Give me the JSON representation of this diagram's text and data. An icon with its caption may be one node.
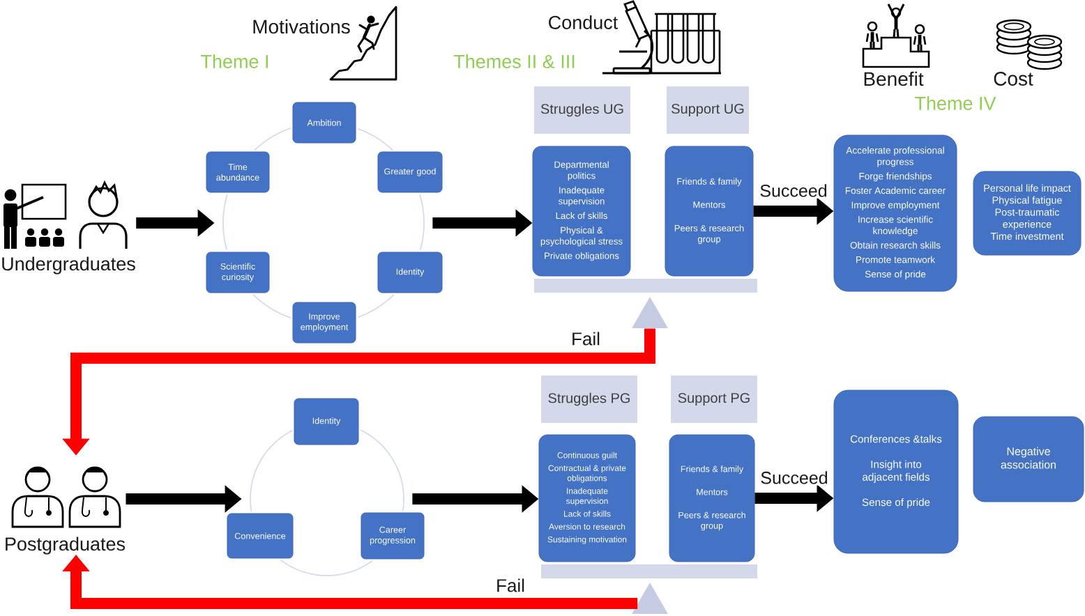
{
  "diagram": {
    "nodes": [
      {
        "text": [
          "Undergraduates"
        ]
      },
      {
        "text": [],
        "shape": "circle"
      },
      {
        "text": [
          "Ambition"
        ]
      },
      {
        "text": [
          "Time abundance"
        ]
      },
      {
        "text": [
          "Greater good"
        ]
      },
      {
        "text": [
          "Scientific curiosity"
        ]
      },
      {
        "text": [
          "Identity"
        ]
      },
      {
        "text": [
          "Improve employment"
        ]
      },
      {
        "text": [
          "Struggles UG"
        ]
      },
      {
        "text": [
          "Support UG"
        ]
      },
      {
        "text": [
          "Departmental politics",
          "Inadequate supervision",
          "Lack of skills",
          "Physical & psychological stress",
          "Private obligations"
        ]
      },
      {
        "text": [
          "Friends & family",
          "Mentors",
          "Peers & research group"
        ]
      },
      {
        "text": [],
        "shape": "bar"
      },
      {
        "text": [],
        "shape": "triangle"
      },
      {
        "text": [
          "Accelerate professional progress",
          "Forge friendships",
          "Foster Academic career",
          "Improve employment",
          "Increase scientific knowledge",
          "Obtain research skills",
          "Promote teamwork",
          "Sense of pride"
        ]
      },
      {
        "text": [
          "Personal life impact",
          "Physical fatigue",
          "Post-traumatic experience",
          "Time investment"
        ]
      },
      {
        "text": [
          "Postgraduates"
        ]
      },
      {
        "text": [],
        "shape": "circle"
      },
      {
        "text": [
          "Identity"
        ]
      },
      {
        "text": [
          "Convenience"
        ]
      },
      {
        "text": [
          "Career progression"
        ]
      },
      {
        "text": [
          "Struggles PG"
        ]
      },
      {
        "text": [
          "Support PG"
        ]
      },
      {
        "text": [
          "Continuous guilt",
          "Contractual & private obligations",
          "Inadequate supervision",
          "Lack of skills",
          "Aversion to research",
          "Sustaining motivation"
        ]
      },
      {
        "text": [
          "Friends & family",
          "Mentors",
          "Peers & research group"
        ]
      },
      {
        "text": [],
        "shape": "bar"
      },
      {
        "text": [],
        "shape": "triangle"
      },
      {
        "text": [
          "Conferences &talks",
          "Insight into adjacent fields",
          "Sense of pride"
        ]
      },
      {
        "text": [
          "Negative association"
        ]
      }
    ],
    "edges": [
      {
        "from": 0,
        "to": 1,
        "arrow": "to"
      },
      {
        "from": 1,
        "to": 10,
        "arrow": "to"
      },
      {
        "from": 11,
        "to": 14,
        "arrow": "to",
        "label": "Succeed"
      },
      {
        "from": 13,
        "to": 16,
        "arrow": "to",
        "label": "Fail",
        "color": "#ff0000"
      },
      {
        "from": 16,
        "to": 17,
        "arrow": "to"
      },
      {
        "from": 17,
        "to": 23,
        "arrow": "to"
      },
      {
        "from": 24,
        "to": 27,
        "arrow": "to",
        "label": "Succeed"
      },
      {
        "from": 26,
        "to": 16,
        "arrow": "to",
        "label": "Fail",
        "color": "#ff0000"
      }
    ],
    "labels": [
      "Motivations",
      "Theme I",
      "Conduct",
      "Themes II & III",
      "Benefit",
      "Cost",
      "Theme IV"
    ]
  }
}
